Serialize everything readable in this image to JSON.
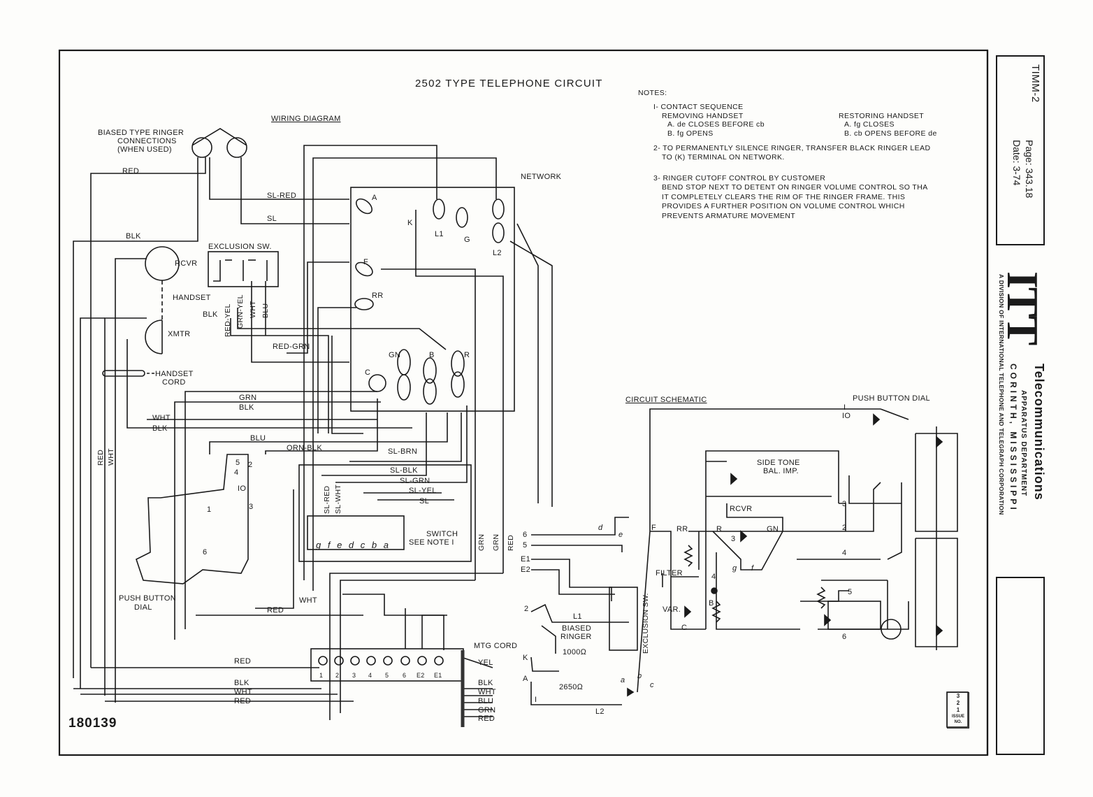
{
  "title": "2502 TYPE TELEPHONE CIRCUIT",
  "wiring_diagram": "WIRING DIAGRAM",
  "circuit_schematic": "CIRCUIT SCHEMATIC",
  "push_button_dial_heading": "PUSH BUTTON DIAL",
  "biased_ringer": [
    "BIASED TYPE RINGER",
    "CONNECTIONS",
    "(WHEN USED)"
  ],
  "network": "NETWORK",
  "exclusion_sw": "EXCLUSION SW.",
  "rcvr": "RCVR",
  "xmtr": "XMTR",
  "handset": "HANDSET",
  "handset_cord": [
    "HANDSET",
    "CORD"
  ],
  "switch_note": [
    "SWITCH",
    "SEE NOTE I"
  ],
  "switch_letters": "g f e d c b a",
  "push_button_dial_left": [
    "PUSH BUTTON",
    "DIAL"
  ],
  "mtg_cord": "MTG CORD",
  "drawing_number": "180139",
  "filter": "FILTER",
  "var": "VAR.",
  "side_tone": [
    "SIDE TONE",
    "BAL. IMP."
  ],
  "biased_ringer_schematic": [
    "BIASED",
    "RINGER"
  ],
  "ohm_1000": "1000Ω",
  "ohm_2650": "2650Ω",
  "notes": {
    "heading": "NOTES:",
    "n1": "I- CONTACT  SEQUENCE",
    "removing": "REMOVING HANDSET",
    "removing_a": "A. de    CLOSES BEFORE cb",
    "removing_b": "B. fg    OPENS",
    "restoring": "RESTORING HANDSET",
    "restoring_a": "A. fg    CLOSES",
    "restoring_b": "B. cb    OPENS BEFORE de",
    "n2a": "2- TO  PERMANENTLY  SILENCE RINGER,  TRANSFER  BLACK  RINGER  LEAD",
    "n2b": "TO  (K)  TERMINAL  ON NETWORK.",
    "n3a": "3- RINGER CUTOFF  CONTROL BY  CUSTOMER",
    "n3b": "BEND STOP NEXT TO DETENT ON RINGER VOLUME CONTROL  SO  THA",
    "n3c": "IT  COMPLETELY  CLEARS  THE  RIM OF  THE  RINGER FRAME.  THIS",
    "n3d": "PROVIDES  A  FURTHER POSITION  ON  VOLUME  CONTROL  WHICH",
    "n3e": "PREVENTS   ARMATURE   MOVEMENT"
  },
  "title_block": {
    "doc": "TIMM-2",
    "page": "Page:  343.18",
    "date": "Date:     3-74",
    "logo": "ITT",
    "telecom": "Telecommunications",
    "apparatus": "APPARATUS DEPARTMENT",
    "city": "CORINTH, MISSISSIPPI",
    "division": "A DIVISION OF INTERNATIONAL TELEPHONE AND TELEGRAPH CORPORATION",
    "issue": [
      "3",
      "2",
      "1",
      "ISSUE NO."
    ]
  },
  "wire_labels": {
    "red_top": "RED",
    "blk_top": "BLK",
    "sl_red": "SL-RED",
    "sl": "SL",
    "red_grn": "RED-GRN",
    "grn": "GRN",
    "blk": "BLK",
    "wht": "WHT",
    "blk2": "BLK",
    "blu": "BLU",
    "orn_blk": "ORN-BLK",
    "sl_brn": "SL-BRN",
    "sl_blk": "SL-BLK",
    "sl_grn": "SL-GRN",
    "sl_yel": "SL-YEL",
    "sl2": "SL",
    "wht_low": "WHT",
    "red_low": "RED",
    "red_bottom": "RED",
    "yel": "YEL",
    "blk_b": "BLK",
    "wht_b": "WHT",
    "blu_b": "BLU",
    "grn_b": "GRN",
    "red_b": "RED",
    "blk_c": "BLK",
    "wht_c": "WHT",
    "red_c": "RED",
    "v_red": "RED",
    "v_wht": "WHT",
    "v_blk": "BLK",
    "v_redyel": "RED-YEL",
    "v_grnyel": "GRN-YEL",
    "v_wht2": "WHT",
    "v_blu": "BLU",
    "v_slred": "SL-RED",
    "v_slwht": "SL-WHT",
    "v_grn1": "GRN",
    "v_grn2": "GRN",
    "v_red2": "RED"
  },
  "terminals": {
    "network": [
      "A",
      "K",
      "L1",
      "G",
      "L2",
      "F",
      "RR",
      "GN",
      "B",
      "R",
      "C"
    ],
    "strip": [
      "1",
      "2",
      "3",
      "4",
      "5",
      "6",
      "E2",
      "E1"
    ],
    "schem_left": [
      "6",
      "5",
      "E1",
      "E2",
      "2",
      "K",
      "A",
      "I"
    ],
    "schem_misc": [
      "d",
      "e",
      "F",
      "RR",
      "R",
      "GN",
      "3",
      "g",
      "f",
      "4",
      "B",
      "C",
      "L1",
      "L2",
      "a",
      "b",
      "c",
      "5",
      "6",
      "2",
      "3",
      "4",
      "I",
      "IO"
    ],
    "dial_left": [
      "5",
      "2",
      "4",
      "IO",
      "1",
      "3",
      "6"
    ]
  }
}
